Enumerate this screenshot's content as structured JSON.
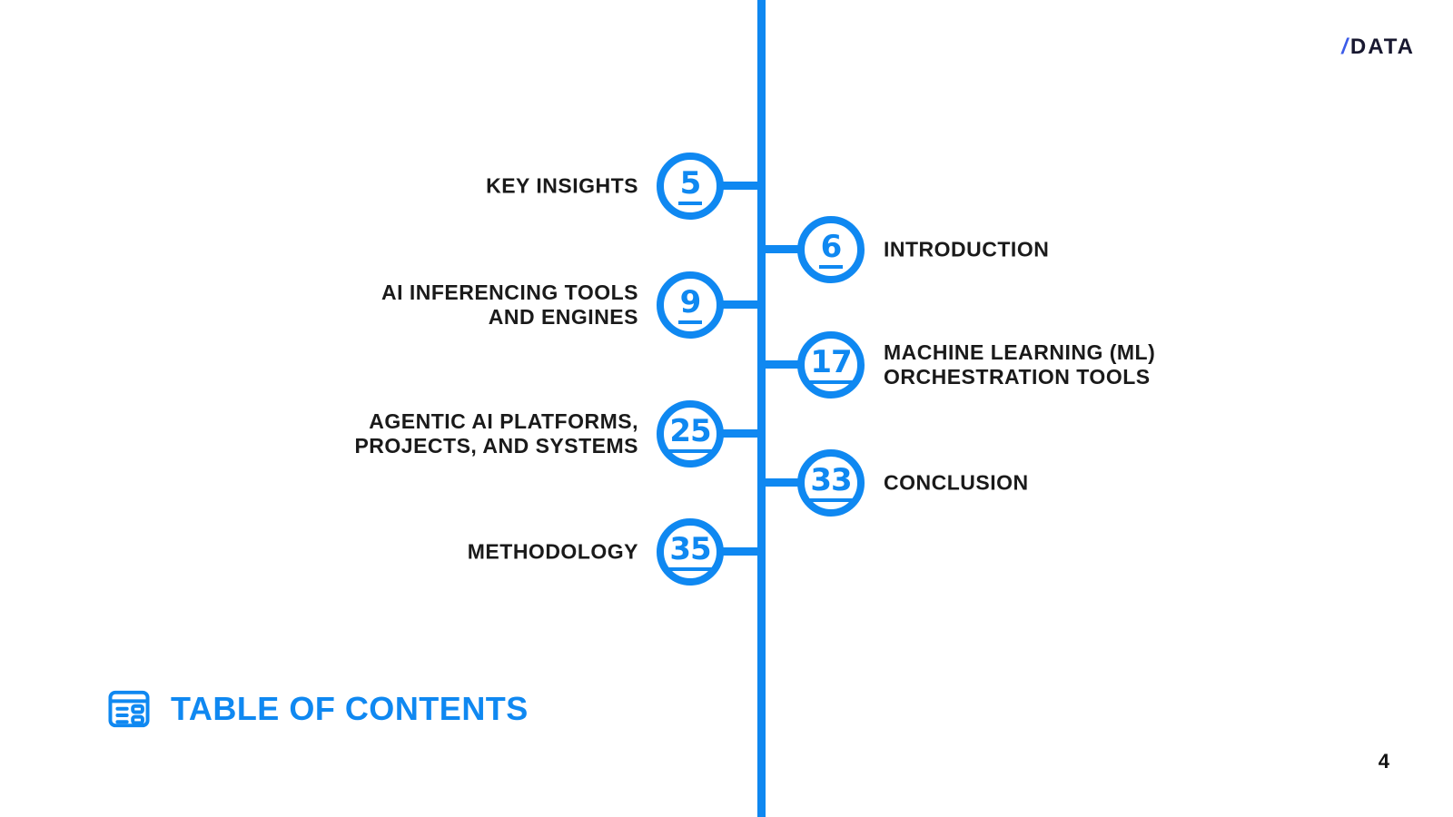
{
  "logo": {
    "slash": "/",
    "text": "DATA"
  },
  "title": {
    "label": "TABLE OF CONTENTS"
  },
  "slide_number": "4",
  "colors": {
    "accent_blue": "#0f88f1",
    "logo_slash_blue": "#3b5be9",
    "logo_text_dark": "#181830",
    "label_dark": "#1a1a1a"
  },
  "toc": {
    "items": [
      {
        "page": "5",
        "label": "KEY INSIGHTS",
        "side": "left"
      },
      {
        "page": "6",
        "label": "INTRODUCTION",
        "side": "right"
      },
      {
        "page": "9",
        "label": "AI INFERENCING TOOLS\nAND ENGINES",
        "side": "left"
      },
      {
        "page": "17",
        "label": "MACHINE LEARNING (ML)\nORCHESTRATION TOOLS",
        "side": "right"
      },
      {
        "page": "25",
        "label": "AGENTIC AI PLATFORMS,\nPROJECTS, AND SYSTEMS",
        "side": "left"
      },
      {
        "page": "33",
        "label": "CONCLUSION",
        "side": "right"
      },
      {
        "page": "35",
        "label": "METHODOLOGY",
        "side": "left"
      }
    ]
  }
}
